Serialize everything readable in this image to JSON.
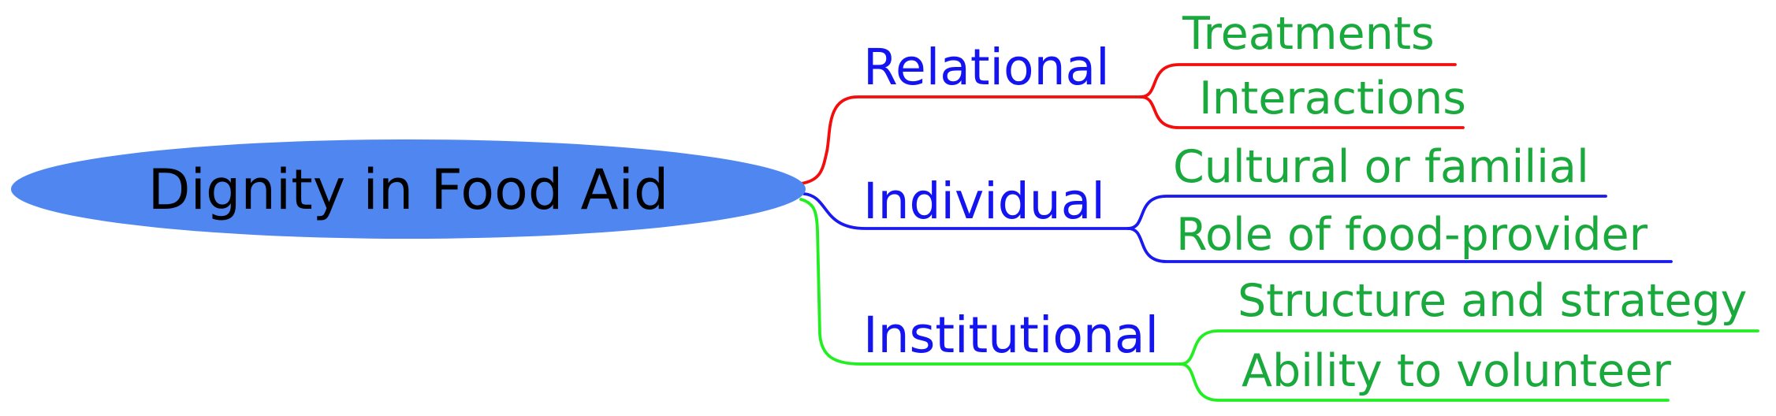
{
  "mindmap": {
    "type": "mindmap",
    "root": {
      "label": "Dignity in Food Aid"
    },
    "branches": [
      {
        "label": "Relational",
        "children": [
          {
            "label": "Treatments"
          },
          {
            "label": "Interactions"
          }
        ]
      },
      {
        "label": "Individual",
        "children": [
          {
            "label": "Cultural or familial"
          },
          {
            "label": "Role of food-provider"
          }
        ]
      },
      {
        "label": "Institutional",
        "children": [
          {
            "label": "Structure and strategy"
          },
          {
            "label": "Ability to volunteer"
          }
        ]
      }
    ],
    "colors": {
      "root_fill": "#4f86f0",
      "root_text": "#000000",
      "branch_text": "#1414f0",
      "child_text": "#1aa93c",
      "relational_line": "#f30d0d",
      "individual_line": "#1a1af0",
      "institutional_line": "#22ee22"
    }
  }
}
